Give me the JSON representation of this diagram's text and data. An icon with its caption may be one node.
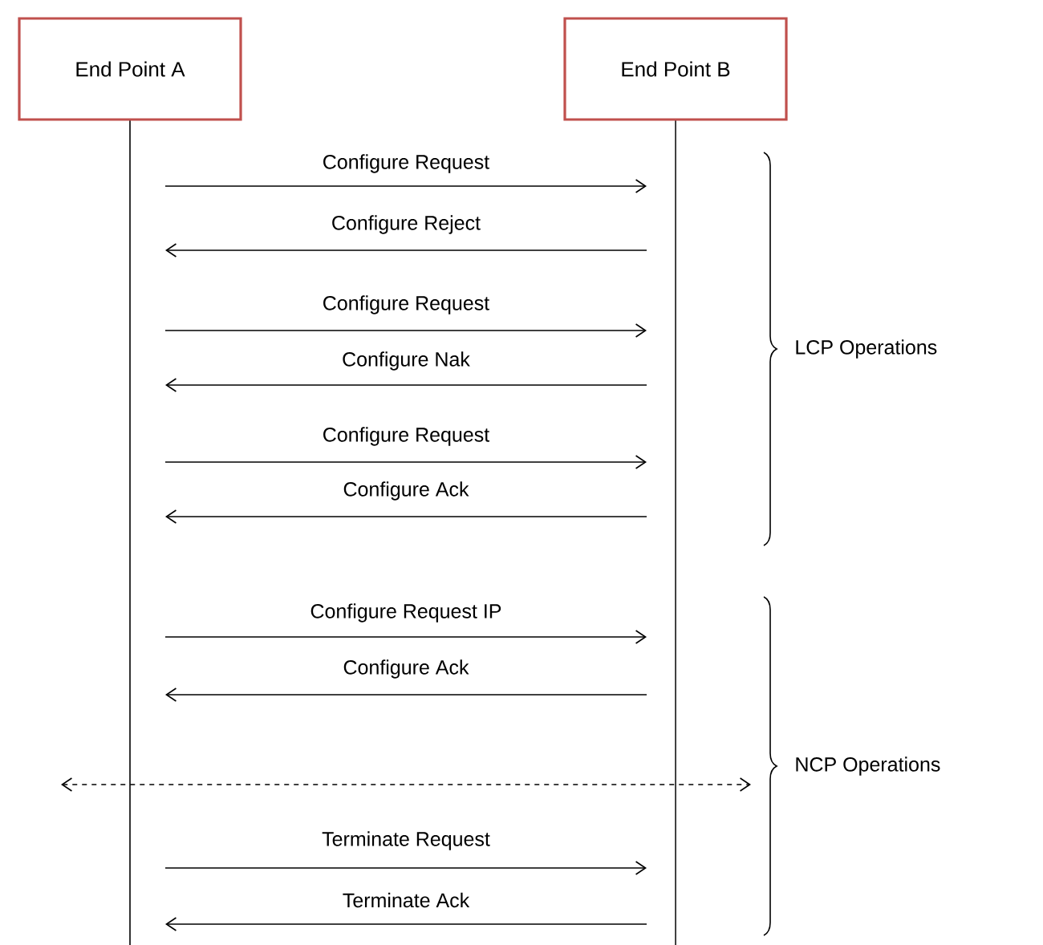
{
  "diagram": {
    "nodes": [
      {
        "text": [
          "End Point A"
        ]
      },
      {
        "text": [
          "End Point B"
        ]
      }
    ],
    "edges": [
      {
        "from": 0,
        "to": 1,
        "arrow": "to",
        "label": "Configure Request"
      },
      {
        "from": 1,
        "to": 0,
        "arrow": "to",
        "label": "Configure Reject"
      },
      {
        "from": 0,
        "to": 1,
        "arrow": "to",
        "label": "Configure Request"
      },
      {
        "from": 1,
        "to": 0,
        "arrow": "to",
        "label": "Configure Nak"
      },
      {
        "from": 0,
        "to": 1,
        "arrow": "to",
        "label": "Configure Request"
      },
      {
        "from": 1,
        "to": 0,
        "arrow": "to",
        "label": "Configure Ack"
      },
      {
        "from": 0,
        "to": 1,
        "arrow": "to",
        "label": "Configure Request  IP"
      },
      {
        "from": 1,
        "to": 0,
        "arrow": "to",
        "label": "Configure Ack"
      },
      {
        "from": 0,
        "to": 1,
        "arrow": "both",
        "style": "dashed"
      },
      {
        "from": 0,
        "to": 1,
        "arrow": "to",
        "label": "Terminate Request"
      },
      {
        "from": 1,
        "to": 0,
        "arrow": "to",
        "label": "Terminate Ack"
      }
    ],
    "labels": [
      "LCP Operations",
      "NCP Operations"
    ]
  }
}
